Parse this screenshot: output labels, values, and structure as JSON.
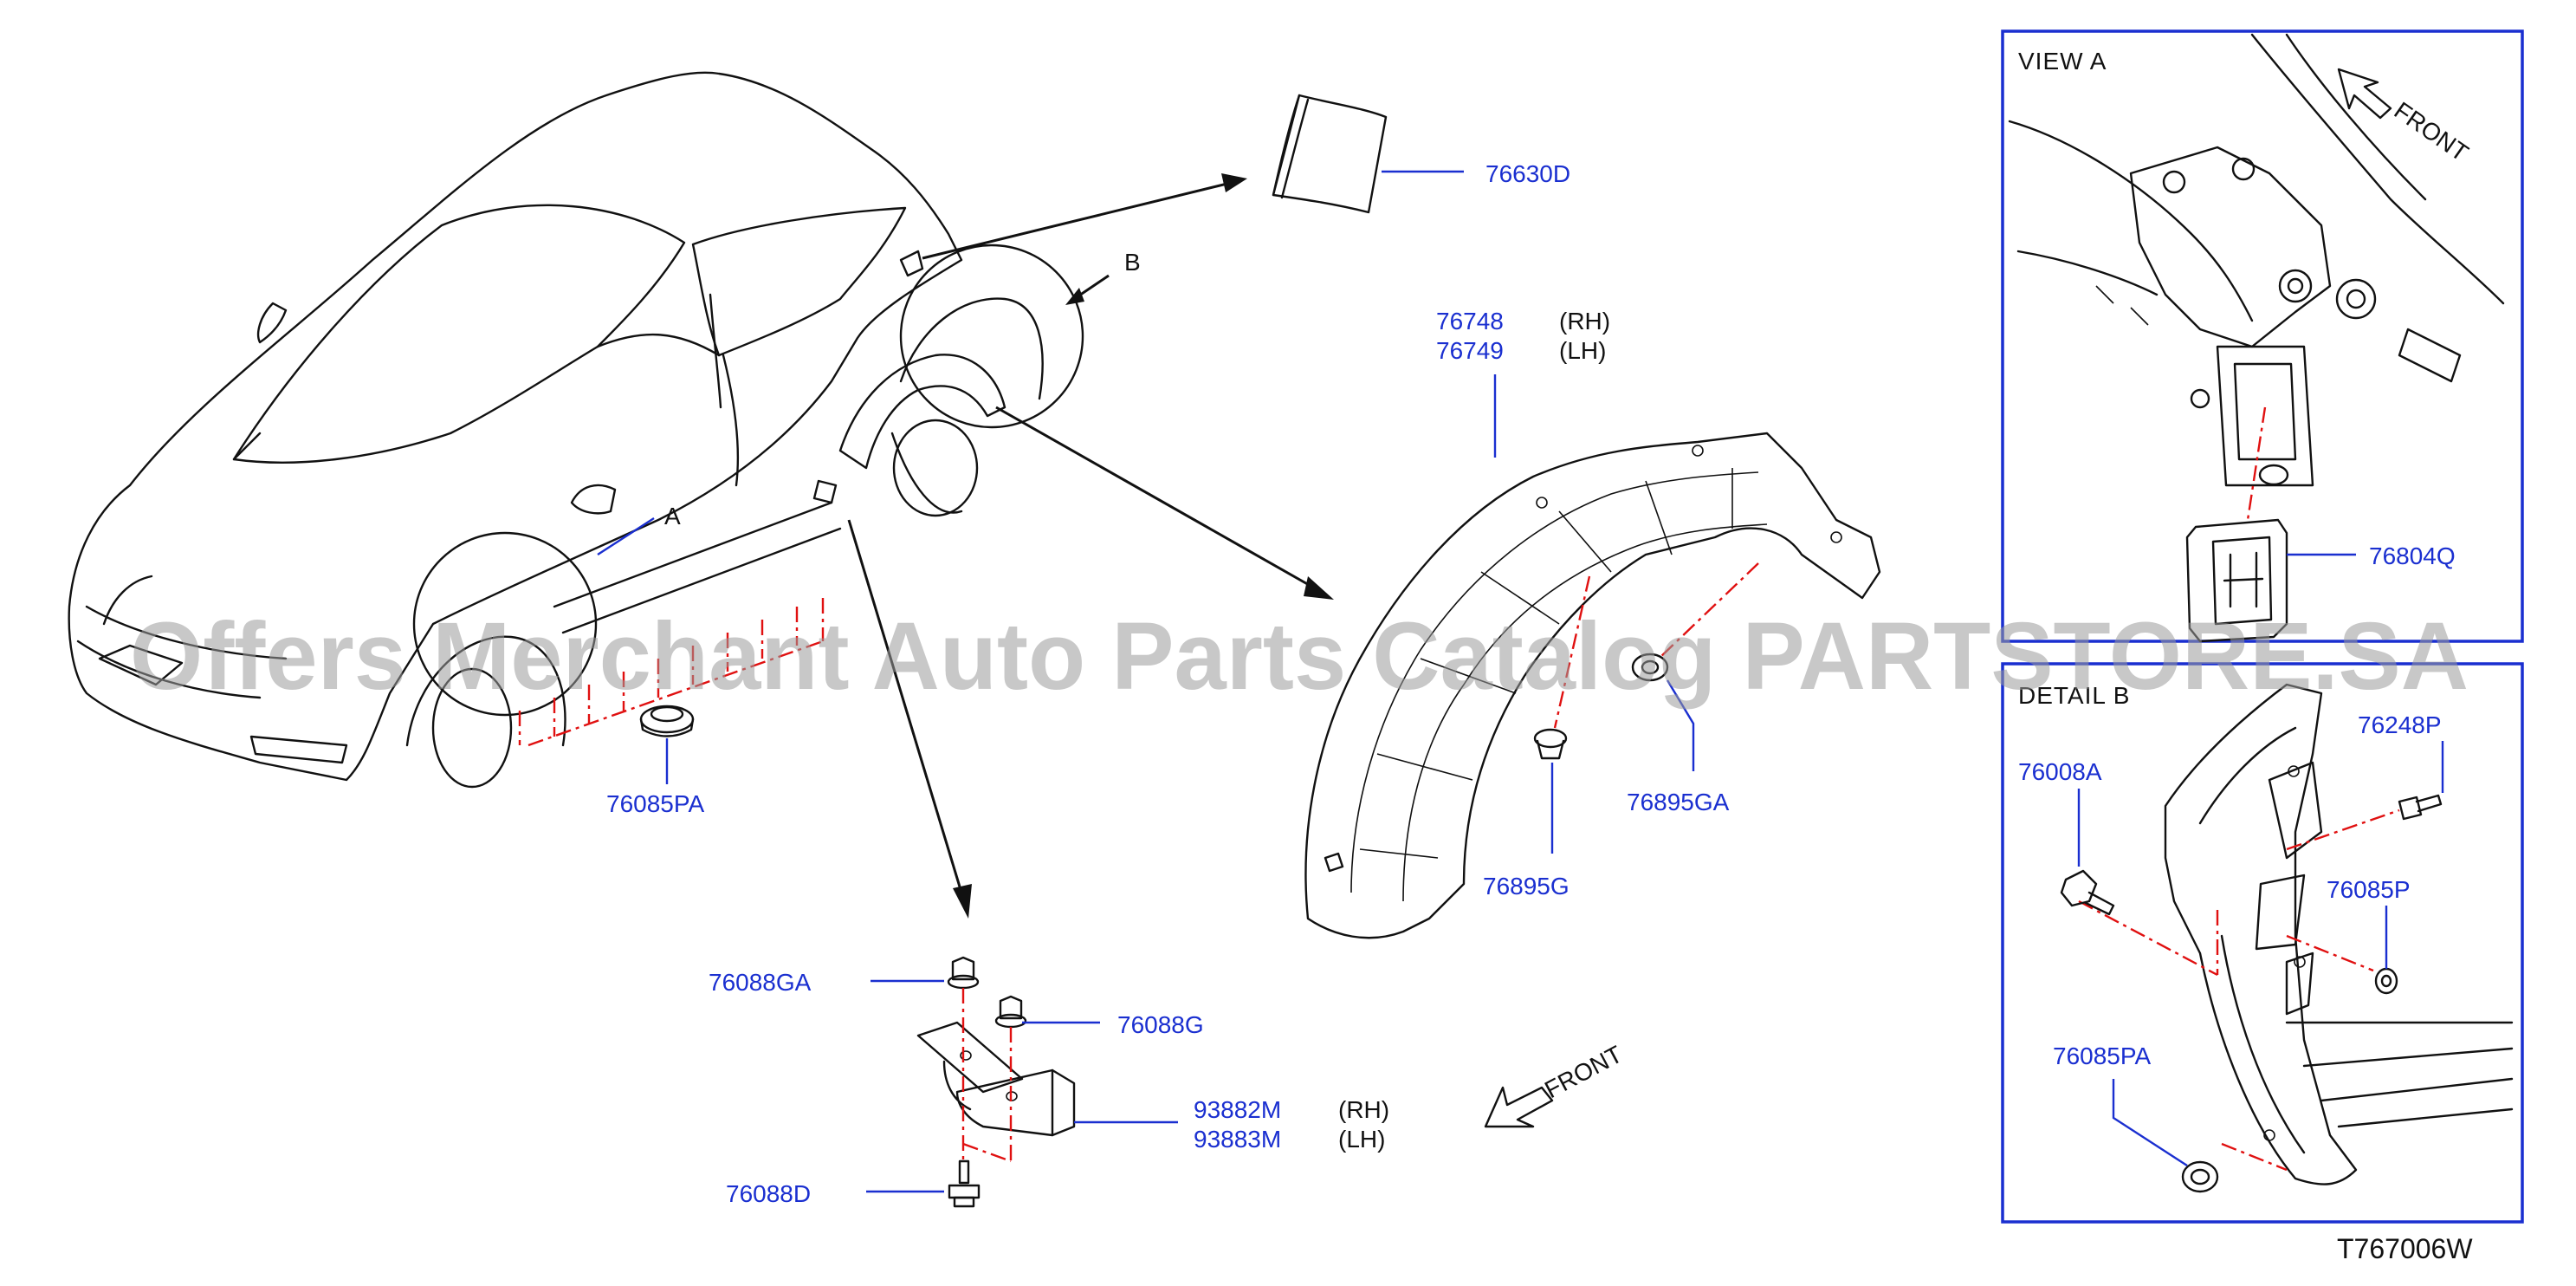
{
  "labels": {
    "p76630D": "76630D",
    "p76748": "76748",
    "p76749": "76749",
    "rh": "(RH)",
    "lh": "(LH)",
    "p76895GA": "76895GA",
    "p76895G": "76895G",
    "p76085PA_main": "76085PA",
    "p76088GA": "76088GA",
    "p76088G": "76088G",
    "p93882M": "93882M",
    "p93883M": "93883M",
    "p76088D": "76088D",
    "p76804Q": "76804Q",
    "p76248P": "76248P",
    "p76008A": "76008A",
    "p76085P": "76085P",
    "p76085PA_detail": "76085PA"
  },
  "callouts": {
    "a": "A",
    "b": "B"
  },
  "panels": {
    "view_a_title": "VIEW   A",
    "detail_b_title": "DETAIL   B",
    "front_label": "FRONT"
  },
  "diagram_code": "T767006W",
  "watermark": "Offers Merchant Auto Parts Catalog PARTSTORE.SA",
  "colors": {
    "part_number": "#1a2fd0",
    "dashed_guide": "#e01010",
    "outline": "#111111"
  }
}
